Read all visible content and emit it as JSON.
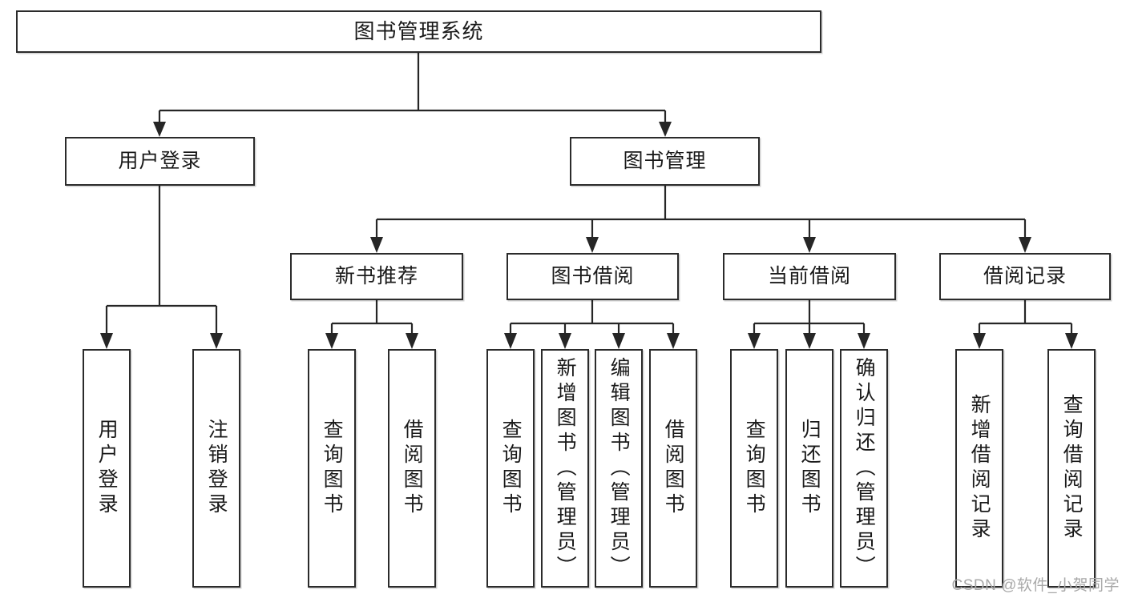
{
  "diagram": {
    "type": "tree-hierarchy",
    "title": "图书管理系统",
    "watermark": "CSDN @软件_小贺同学",
    "colors": {
      "box_border": "#2b2b2b",
      "connector": "#262626",
      "background": "#ffffff",
      "text": "#1a1a1a",
      "watermark": "#a8a8a8"
    },
    "levels": {
      "root": "图书管理系统",
      "level2": [
        "用户登录",
        "图书管理"
      ],
      "level3": [
        "新书推荐",
        "图书借阅",
        "当前借阅",
        "借阅记录"
      ],
      "leaves": [
        "用户登录",
        "注销登录",
        "查询图书",
        "借阅图书",
        "查询图书",
        "新增图书（管理员）",
        "编辑图书（管理员）",
        "借阅图书",
        "查询图书",
        "归还图书",
        "确认归还（管理员）",
        "新增借阅记录",
        "查询借阅记录"
      ]
    },
    "nodes": {
      "root": {
        "label": "图书管理系统"
      },
      "user_login": {
        "label": "用户登录"
      },
      "book_manage": {
        "label": "图书管理"
      },
      "new_book_rec": {
        "label": "新书推荐"
      },
      "book_borrow": {
        "label": "图书借阅"
      },
      "current_borrow": {
        "label": "当前借阅"
      },
      "borrow_record": {
        "label": "借阅记录"
      },
      "leaf_user_login": {
        "label": "用户登录"
      },
      "leaf_logout": {
        "label": "注销登录"
      },
      "leaf_query_book_a": {
        "label": "查询图书"
      },
      "leaf_borrow_book_a": {
        "label": "借阅图书"
      },
      "leaf_query_book_b": {
        "label": "查询图书"
      },
      "leaf_add_book": {
        "label": "新增图书（管理员）"
      },
      "leaf_edit_book": {
        "label": "编辑图书（管理员）"
      },
      "leaf_borrow_book_b": {
        "label": "借阅图书"
      },
      "leaf_query_book_c": {
        "label": "查询图书"
      },
      "leaf_return_book": {
        "label": "归还图书"
      },
      "leaf_confirm_return": {
        "label": "确认归还（管理员）"
      },
      "leaf_add_record": {
        "label": "新增借阅记录"
      },
      "leaf_query_record": {
        "label": "查询借阅记录"
      }
    },
    "edges": [
      {
        "from": "图书管理系统",
        "to": "用户登录"
      },
      {
        "from": "图书管理系统",
        "to": "图书管理"
      },
      {
        "from": "用户登录",
        "to": "用户登录"
      },
      {
        "from": "用户登录",
        "to": "注销登录"
      },
      {
        "from": "图书管理",
        "to": "新书推荐"
      },
      {
        "from": "图书管理",
        "to": "图书借阅"
      },
      {
        "from": "图书管理",
        "to": "当前借阅"
      },
      {
        "from": "图书管理",
        "to": "借阅记录"
      },
      {
        "from": "新书推荐",
        "to": "查询图书"
      },
      {
        "from": "新书推荐",
        "to": "借阅图书"
      },
      {
        "from": "图书借阅",
        "to": "查询图书"
      },
      {
        "from": "图书借阅",
        "to": "新增图书（管理员）"
      },
      {
        "from": "图书借阅",
        "to": "编辑图书（管理员）"
      },
      {
        "from": "图书借阅",
        "to": "借阅图书"
      },
      {
        "from": "当前借阅",
        "to": "查询图书"
      },
      {
        "from": "当前借阅",
        "to": "归还图书"
      },
      {
        "from": "当前借阅",
        "to": "确认归还（管理员）"
      },
      {
        "from": "借阅记录",
        "to": "新增借阅记录"
      },
      {
        "from": "借阅记录",
        "to": "查询借阅记录"
      }
    ]
  }
}
